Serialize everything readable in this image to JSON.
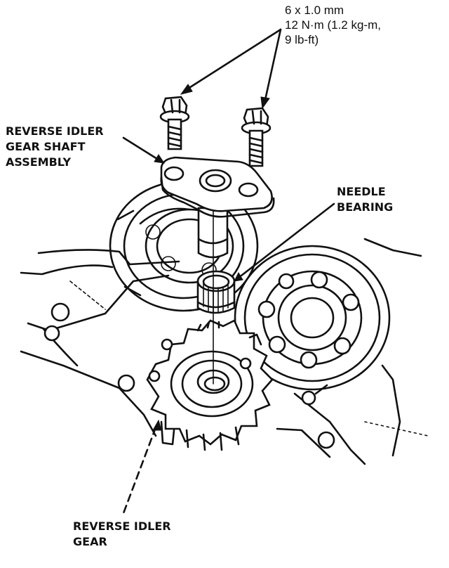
{
  "labels": {
    "bolt_spec": {
      "line1": "6 x 1.0 mm",
      "line2": "12 N·m (1.2 kg-m,",
      "line3": "9 lb-ft)"
    },
    "shaft_assembly": {
      "line1": "REVERSE IDLER",
      "line2": "GEAR SHAFT",
      "line3": "ASSEMBLY"
    },
    "needle_bearing": {
      "line1": "NEEDLE",
      "line2": "BEARING"
    },
    "idler_gear": {
      "line1": "REVERSE IDLER",
      "line2": "GEAR"
    }
  }
}
